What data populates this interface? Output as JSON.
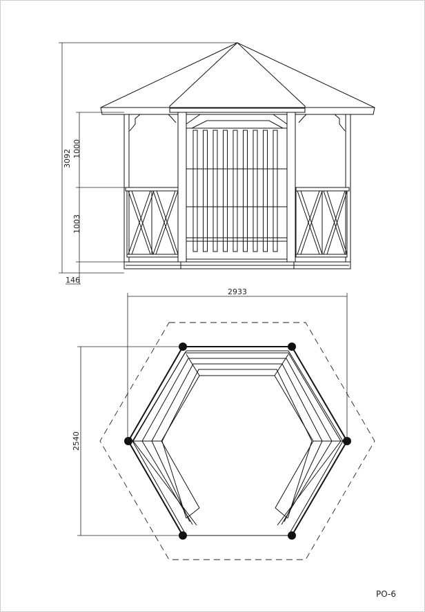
{
  "drawing_code": "PO-6",
  "elevation": {
    "dimensions": {
      "total_height": "3092",
      "upper_height": "1000",
      "lower_height": "1003",
      "base_height": "146"
    }
  },
  "plan": {
    "dimensions": {
      "width": "2933",
      "depth": "2540"
    }
  }
}
